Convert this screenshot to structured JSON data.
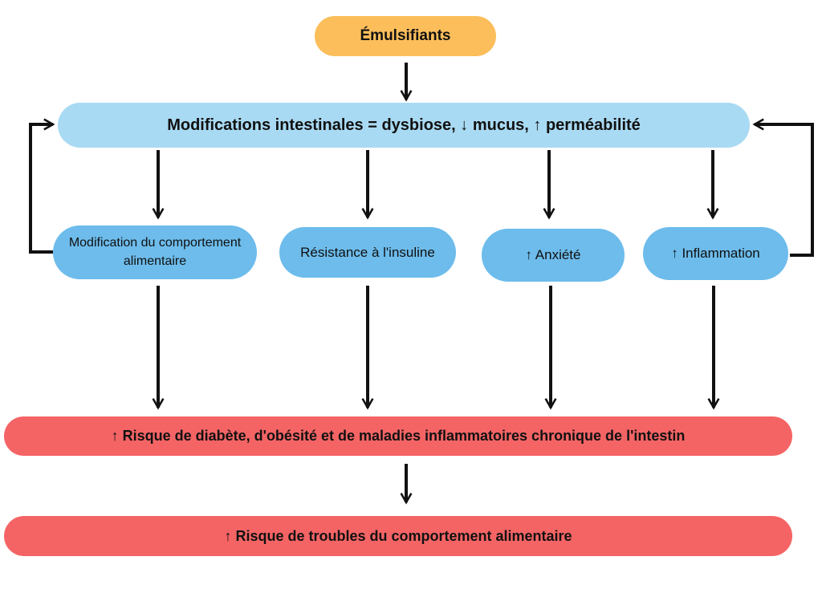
{
  "colors": {
    "top": "#FBBE5B",
    "modifications": "#A9DAF3",
    "consequence": "#6DBCEC",
    "risk": "#F56465",
    "arrow": "#111111"
  },
  "nodes": {
    "top": {
      "label": "Émulsifiants"
    },
    "modifications": {
      "label": "Modifications intestinales = dysbiose, ↓ mucus, ↑ perméabilité"
    },
    "consequences": [
      {
        "label": "Modification du comportement alimentaire"
      },
      {
        "label": "Résistance à l'insuline"
      },
      {
        "label": "↑ Anxiété"
      },
      {
        "label": "↑ Inflammation"
      }
    ],
    "risk1": {
      "label": "↑ Risque de diabète, d'obésité et de maladies inflammatoires chronique de l'intestin"
    },
    "risk2": {
      "label": "↑ Risque de troubles du comportement alimentaire"
    }
  }
}
